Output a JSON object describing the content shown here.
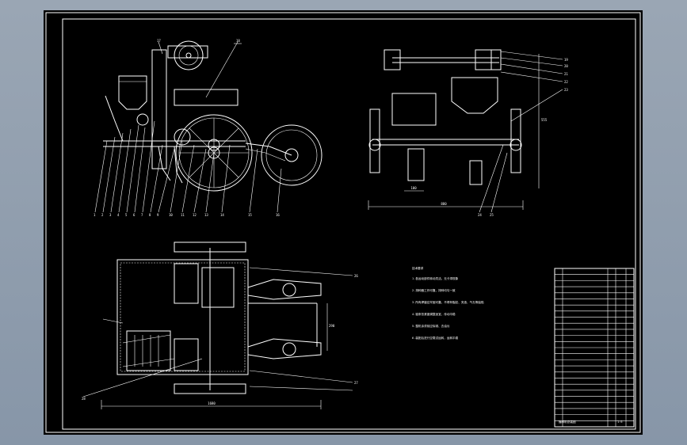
{
  "drawing": {
    "dimensions": {
      "front_overall_width": "880",
      "bottom_overall_length": "1680",
      "hopper_top": "290",
      "side_height": "555",
      "front_hub_width": "100"
    },
    "part_callouts": [
      "1",
      "2",
      "3",
      "4",
      "5",
      "6",
      "7",
      "8",
      "9",
      "10",
      "11",
      "12",
      "13",
      "14",
      "15",
      "16",
      "17",
      "18",
      "19",
      "20",
      "21",
      "22",
      "23",
      "24",
      "25",
      "26",
      "27",
      "28"
    ],
    "technical_requirements": {
      "heading": "技术要求",
      "lines": [
        "1.各运动部件转动灵活，无卡滞现象",
        "2.排种器工作可靠，排种均匀一致",
        "3.所有焊缝应牢固可靠，不得有裂纹、夹渣、气孔等缺陷",
        "4.链条张紧度调整适宜，传动平稳",
        "5.整机涂漆前应除锈、去油污",
        "6.装配后进行空载试运转，运转平稳"
      ]
    },
    "parts_list_rows": 24,
    "title_block": {
      "title": "播种机总装图",
      "scale": "1:5"
    }
  }
}
